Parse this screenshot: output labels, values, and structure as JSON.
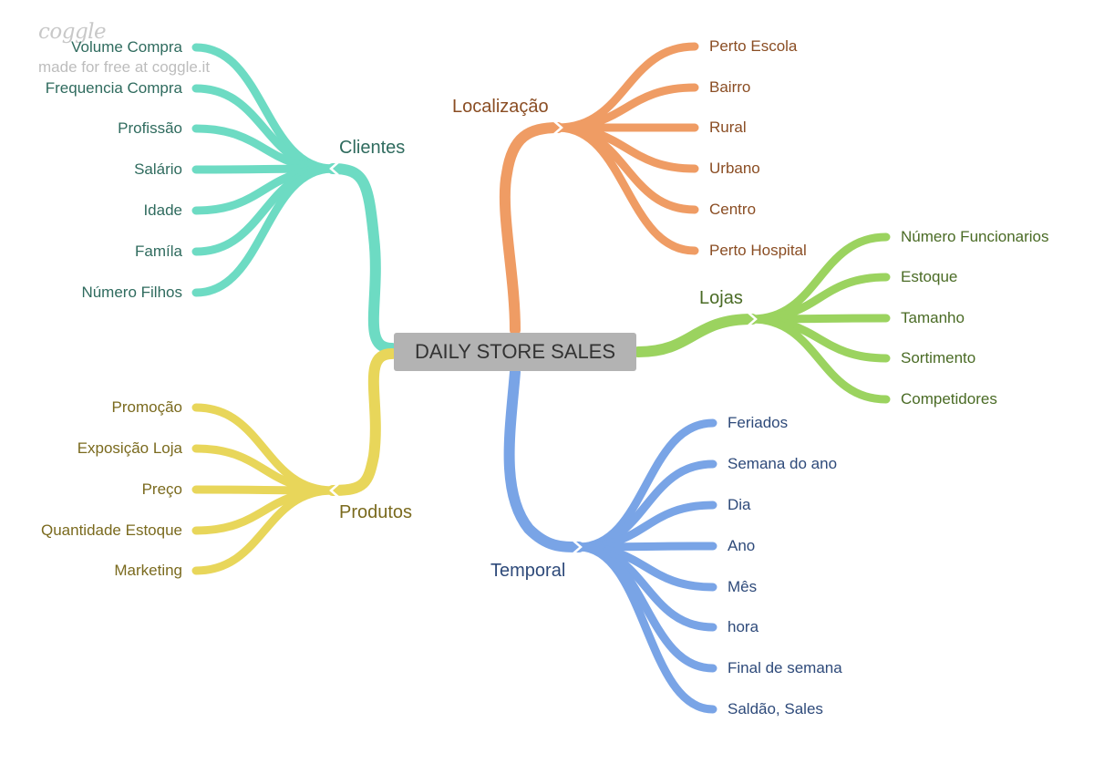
{
  "watermark": {
    "logo": "coggle",
    "tagline": "made for free at coggle.it"
  },
  "central": {
    "label": "DAILY STORE SALES"
  },
  "branches": {
    "clientes": {
      "label": "Clientes",
      "color": "#6ddbc3",
      "text_color": "#2f6b5e",
      "children": [
        "Volume Compra",
        "Frequencia Compra",
        "Profissão",
        "Salário",
        "Idade",
        "Famíla",
        "Número Filhos"
      ]
    },
    "produtos": {
      "label": "Produtos",
      "color": "#e8d65a",
      "text_color": "#7a6a1e",
      "children": [
        "Promoção",
        "Exposição Loja",
        "Preço",
        "Quantidade Estoque",
        "Marketing"
      ]
    },
    "localizacao": {
      "label": "Localização",
      "color": "#ef9c64",
      "text_color": "#8a4d23",
      "children": [
        "Perto Escola",
        "Bairro",
        "Rural",
        "Urbano",
        "Centro",
        "Perto Hospital"
      ]
    },
    "lojas": {
      "label": "Lojas",
      "color": "#9bd35f",
      "text_color": "#4a6b25",
      "children": [
        "Número Funcionarios",
        "Estoque",
        "Tamanho",
        "Sortimento",
        "Competidores"
      ]
    },
    "temporal": {
      "label": "Temporal",
      "color": "#79a4e6",
      "text_color": "#2e4a7a",
      "children": [
        "Feriados",
        "Semana do ano",
        "Dia",
        "Ano",
        "Mês",
        "hora",
        "Final de semana",
        "Saldão, Sales"
      ]
    }
  }
}
